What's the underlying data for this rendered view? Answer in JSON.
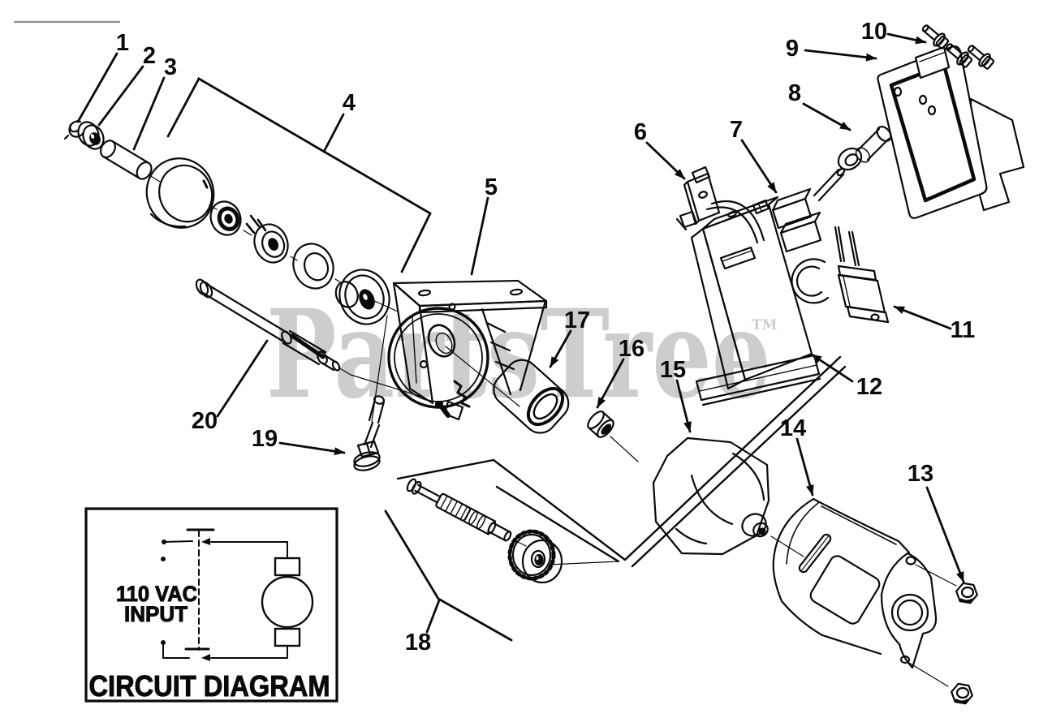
{
  "page": {
    "background": "#ffffff",
    "line_color": "#0a0a0a"
  },
  "watermark": {
    "text": "PartsTree",
    "superscript": "TM",
    "color": "#cdcdcd"
  },
  "callouts": [
    {
      "label": "1"
    },
    {
      "label": "2"
    },
    {
      "label": "3"
    },
    {
      "label": "4"
    },
    {
      "label": "5"
    },
    {
      "label": "6"
    },
    {
      "label": "7"
    },
    {
      "label": "8"
    },
    {
      "label": "9"
    },
    {
      "label": "10"
    },
    {
      "label": "11"
    },
    {
      "label": "12"
    },
    {
      "label": "13"
    },
    {
      "label": "14"
    },
    {
      "label": "15"
    },
    {
      "label": "16"
    },
    {
      "label": "17"
    },
    {
      "label": "18"
    },
    {
      "label": "19"
    },
    {
      "label": "20"
    }
  ],
  "circuit_diagram": {
    "input_line1": "110 VAC",
    "input_line2": "INPUT",
    "title": "CIRCUIT DIAGRAM"
  }
}
